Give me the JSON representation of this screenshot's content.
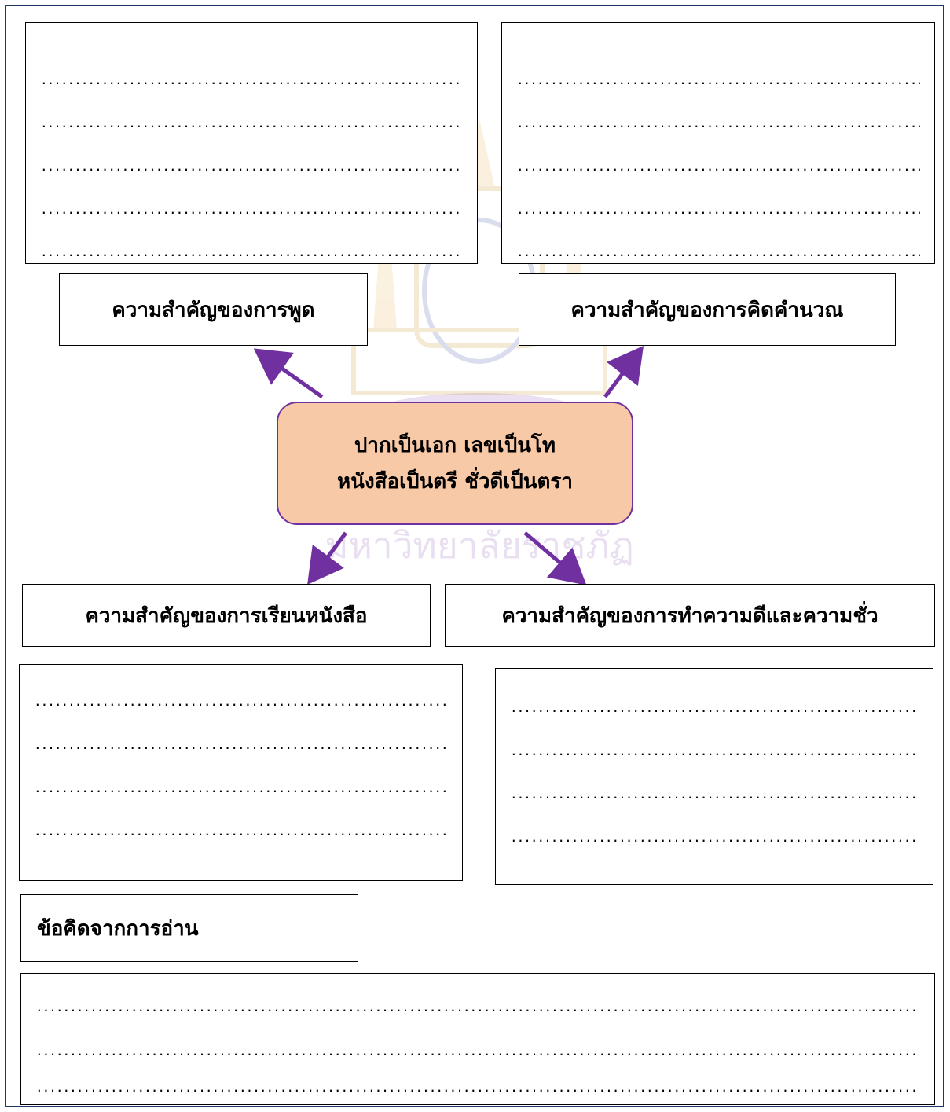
{
  "center": {
    "line1": "ปากเป็นเอก เลขเป็นโท",
    "line2": "หนังสือเป็นตรี ชั่วดีเป็นตรา"
  },
  "labels": {
    "speaking": "ความสำคัญของการพูด",
    "calculating": "ความสำคัญของการคิดคำนวณ",
    "studying": "ความสำคัญของการเรียนหนังสือ",
    "good_evil": "ความสำคัญของการทำความดีและความชั่ว",
    "reflection": "ข้อคิดจากการอ่าน"
  },
  "watermark": {
    "arc_text": "มหาวิทยาลัยราชภัฏ"
  },
  "colors": {
    "accent": "#7030a0",
    "center_fill": "#f8c9a6",
    "frame": "#1f3864"
  },
  "dotted_line": "..............................................................................................................................................................................................................................."
}
